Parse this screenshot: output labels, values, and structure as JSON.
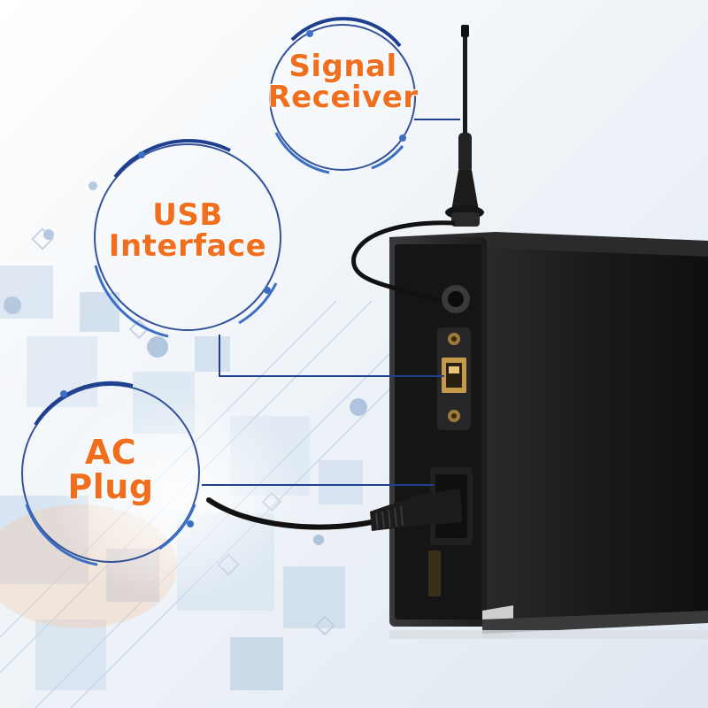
{
  "callouts": {
    "signal_receiver": {
      "line1": "Signal",
      "line2": "Receiver"
    },
    "usb_interface": {
      "line1": "USB",
      "line2": "Interface"
    },
    "ac_plug": {
      "line1": "AC",
      "line2": "Plug"
    }
  },
  "colors": {
    "label_orange": "#ef6f1f",
    "ring_blue": "#1f3f8f",
    "device_black": "#1b1b1d",
    "background": "#f2f5f8"
  }
}
